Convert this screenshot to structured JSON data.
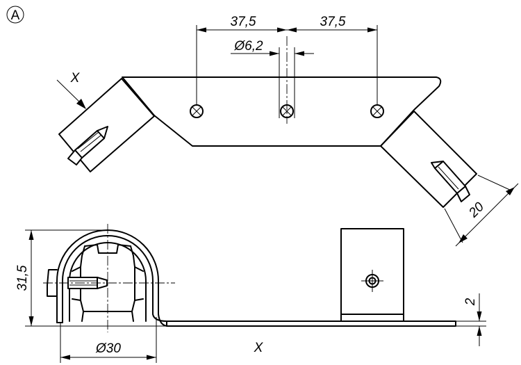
{
  "view_marker": "A",
  "view_label": "X",
  "dimensions": {
    "spacing_left": "37,5",
    "spacing_right": "37,5",
    "hole_diameter": "Ø6,2",
    "arm_width": "20",
    "height": "31,5",
    "tube_diameter": "Ø30",
    "plate_thickness": "2",
    "section_label": "X"
  },
  "colors": {
    "line": "#000000",
    "background": "#ffffff"
  }
}
